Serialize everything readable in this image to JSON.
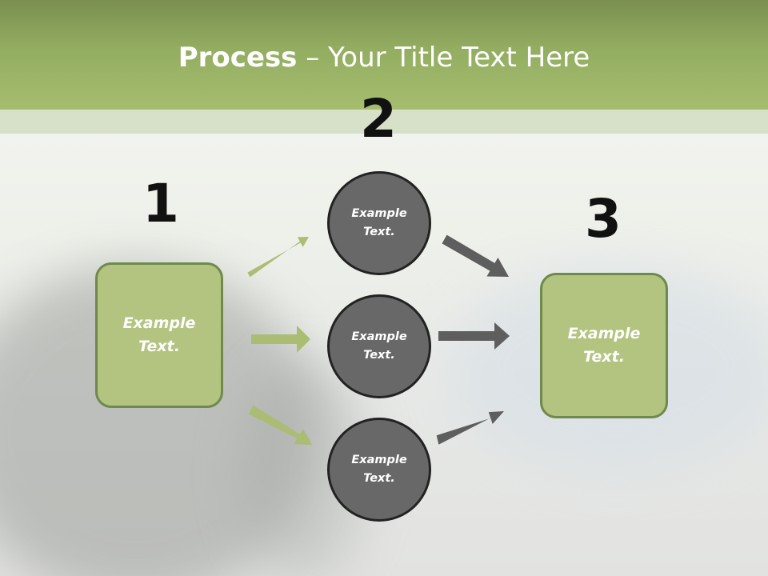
{
  "colors": {
    "header": "#9db465",
    "box_fill": "#b2c47f",
    "box_border": "#6f8a4c",
    "circle_fill": "#686868",
    "circle_border": "#222222",
    "arrow_green": "#aabd73",
    "arrow_gray": "#5e5e5e"
  },
  "title": {
    "bold": "Process",
    "rest": " – Your Title Text Here"
  },
  "steps": {
    "one": "1",
    "two": "2",
    "three": "3"
  },
  "left_box": {
    "text": "Example\nText."
  },
  "right_box": {
    "text": "Example\nText."
  },
  "circles": [
    {
      "text": "Example\nText."
    },
    {
      "text": "Example\nText."
    },
    {
      "text": "Example\nText."
    }
  ],
  "icons": [
    "arrow-right-icon"
  ]
}
